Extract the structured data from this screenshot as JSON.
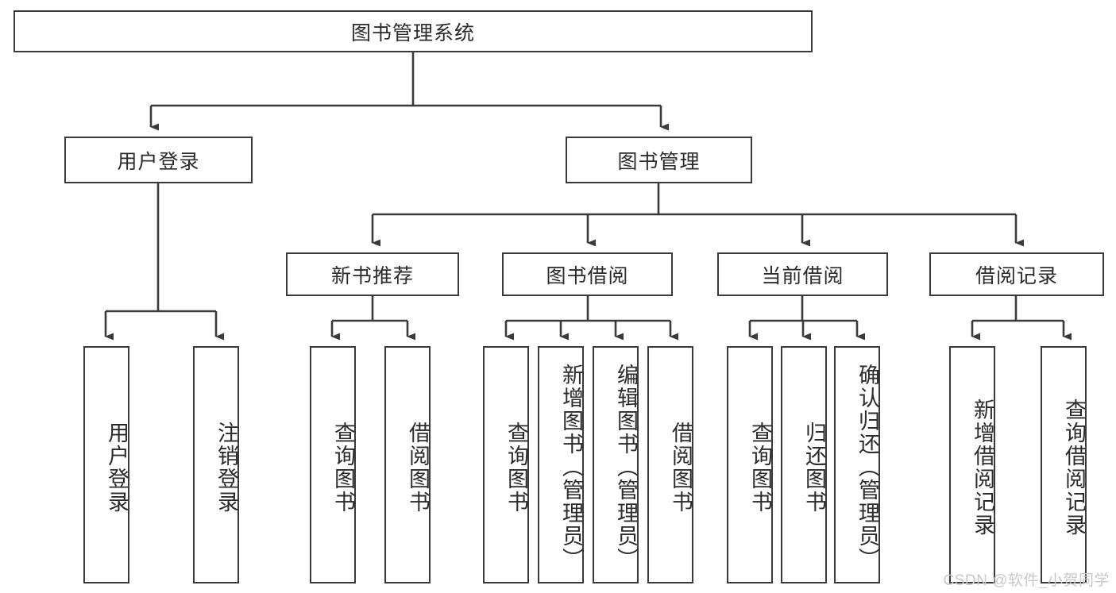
{
  "diagram": {
    "title_node": {
      "label": "图书管理系统"
    },
    "level1": [
      {
        "id": "user-login",
        "label": "用户登录"
      },
      {
        "id": "book-management",
        "label": "图书管理"
      }
    ],
    "level2": [
      {
        "id": "new-book-recommend",
        "label": "新书推荐"
      },
      {
        "id": "book-borrow",
        "label": "图书借阅"
      },
      {
        "id": "current-borrow",
        "label": "当前借阅"
      },
      {
        "id": "borrow-record",
        "label": "借阅记录"
      }
    ],
    "leaves": [
      {
        "id": "leaf-user-login",
        "label": "用户登录",
        "parent": "用户登录"
      },
      {
        "id": "leaf-logout",
        "label": "注销登录",
        "parent": "用户登录"
      },
      {
        "id": "leaf-query-book-1",
        "label": "查询图书",
        "parent": "新书推荐"
      },
      {
        "id": "leaf-borrow-book-1",
        "label": "借阅图书",
        "parent": "新书推荐"
      },
      {
        "id": "leaf-query-book-2",
        "label": "查询图书",
        "parent": "图书借阅"
      },
      {
        "id": "leaf-add-book",
        "label": "新增图书（管理员）",
        "parent": "图书借阅"
      },
      {
        "id": "leaf-edit-book",
        "label": "编辑图书（管理员）",
        "parent": "图书借阅"
      },
      {
        "id": "leaf-borrow-book-2",
        "label": "借阅图书",
        "parent": "图书借阅"
      },
      {
        "id": "leaf-query-book-3",
        "label": "查询图书",
        "parent": "当前借阅"
      },
      {
        "id": "leaf-return-book",
        "label": "归还图书",
        "parent": "当前借阅"
      },
      {
        "id": "leaf-confirm-return",
        "label": "确认归还（管理员）",
        "parent": "当前借阅"
      },
      {
        "id": "leaf-add-record",
        "label": "新增借阅记录",
        "parent": "借阅记录"
      },
      {
        "id": "leaf-query-record",
        "label": "查询借阅记录",
        "parent": "借阅记录"
      }
    ],
    "watermark": "CSDN @软件_小贺同学",
    "colors": {
      "stroke": "#3a3a3a",
      "background": "#ffffff",
      "text": "#2b2b2b",
      "watermark": "#c9c9c9"
    }
  }
}
